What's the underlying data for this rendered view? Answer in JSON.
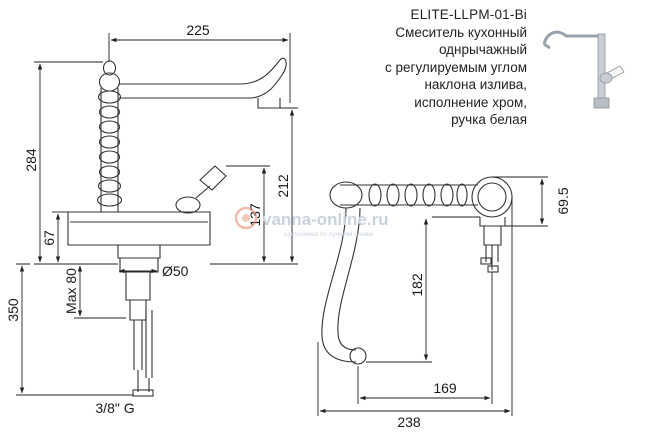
{
  "product": {
    "code": "ELITE-LLPM-01-Bi",
    "description_lines": [
      "Смеситель кухонный",
      "однрычажный",
      "с регулируемым углом",
      "наклона излива,",
      "исполнение хром,",
      "ручка белая"
    ]
  },
  "watermark": {
    "name": "vanna-online.ru",
    "tagline": "сантехника по лучшим ценам"
  },
  "dimensions": {
    "spout_reach": "225",
    "total_height": "284",
    "handle_height": "212",
    "lever_height": "137",
    "base_height": "67",
    "max_counter": "Max 80",
    "base_diameter": "Ø50",
    "pipe_length": "350",
    "thread": "3/8\" G",
    "top_height": "69.5",
    "side_height": "182",
    "side_reach_inner": "169",
    "side_reach_total": "238"
  },
  "colors": {
    "lines": "#222222",
    "watermark": "#c9d3de",
    "watermark_accent": "#e8846a"
  }
}
